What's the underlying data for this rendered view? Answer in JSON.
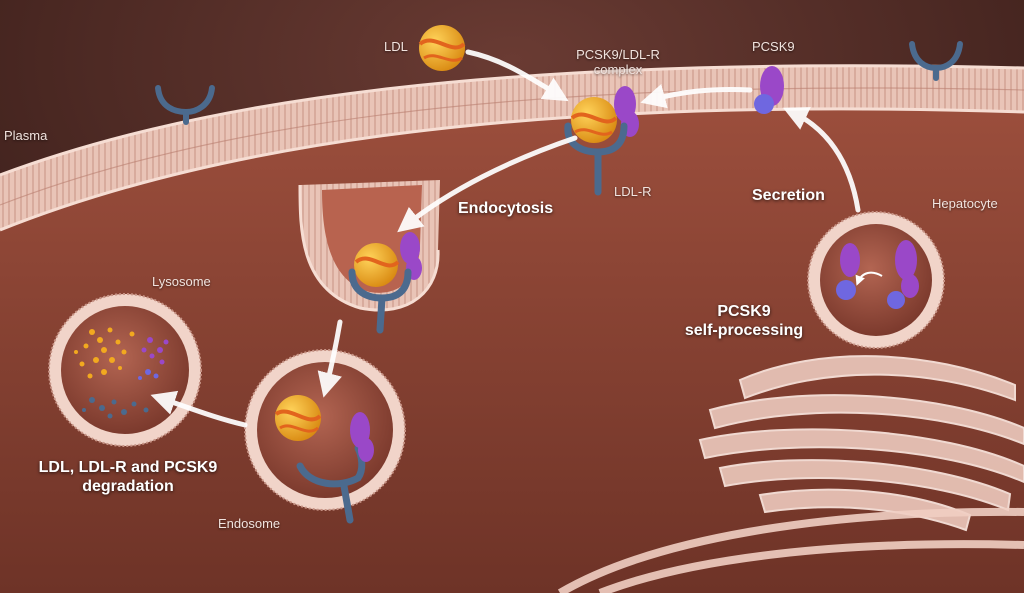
{
  "labels": {
    "ldl": "LDL",
    "complex_line1": "PCSK9/LDL-R",
    "complex_line2": "complex",
    "pcsk9": "PCSK9",
    "plasma": "Plasma",
    "ldlr": "LDL-R",
    "endocytosis": "Endocytosis",
    "secretion": "Secretion",
    "hepatocyte": "Hepatocyte",
    "lysosome": "Lysosome",
    "self_processing_line1": "PCSK9",
    "self_processing_line2": "self-processing",
    "degradation_line1": "LDL, LDL-R and PCSK9",
    "degradation_line2": "degradation",
    "endosome": "Endosome"
  },
  "colors": {
    "membrane": "#e7c2b6",
    "cytoplasm": "#8b4434",
    "plasma_bg": "#3d201b",
    "ldl_particle": "#f2a91f",
    "ldl_band": "#e2641d",
    "receptor": "#4b6a8e",
    "pcsk9": "#9a48c8",
    "pcsk9_domain": "#6f67e0",
    "arrow": "#ffffff"
  }
}
